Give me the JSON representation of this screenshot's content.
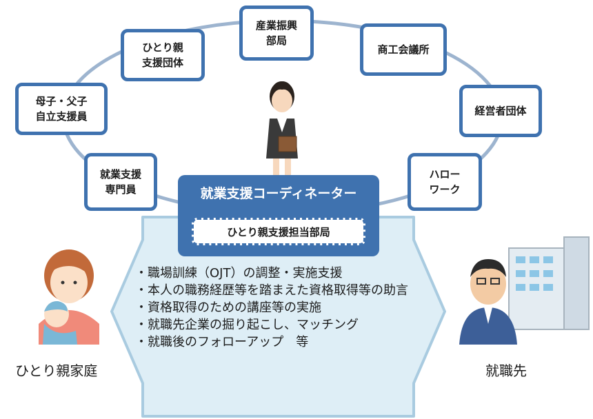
{
  "organizations": [
    {
      "id": "sangyo",
      "label": "産業振興\n部局"
    },
    {
      "id": "hitorioya",
      "label": "ひとり親\n支援団体"
    },
    {
      "id": "shoko",
      "label": "商工会議所"
    },
    {
      "id": "boshi",
      "label": "母子・父子\n自立支援員"
    },
    {
      "id": "keiei",
      "label": "経営者団体"
    },
    {
      "id": "shugyo",
      "label": "就業支援\n専門員"
    },
    {
      "id": "hello",
      "label": "ハロー\nワーク"
    }
  ],
  "coordinator": {
    "title": "就業支援コーディネーター",
    "department": "ひとり親支援担当部局"
  },
  "support_items": [
    "職場訓練（OJT）の調整・実施支援",
    "本人の職務経歴等を踏まえた資格取得等の助言",
    "資格取得のための講座等の実施",
    "就職先企業の掘り起こし、マッチング",
    "就職後のフォローアップ　等"
  ],
  "left_party": "ひとり親家庭",
  "right_party": "就職先",
  "colors": {
    "accent": "#3f72af",
    "ring": "#9db4cf",
    "arrow_fill": "#deeef6"
  }
}
